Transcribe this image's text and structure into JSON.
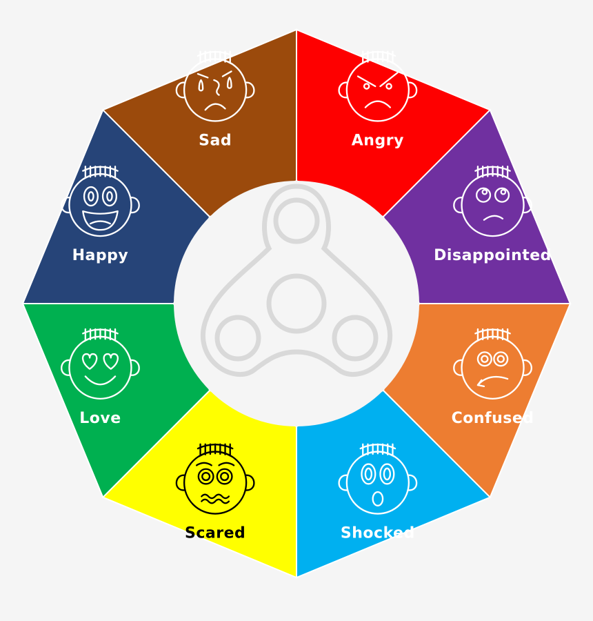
{
  "wheel": {
    "segments": [
      {
        "label": "Angry",
        "color": "#fe0000",
        "text_color": "#ffffff",
        "face": "angry"
      },
      {
        "label": "Disappointed",
        "color": "#7030a0",
        "text_color": "#ffffff",
        "face": "disappointed"
      },
      {
        "label": "Confused",
        "color": "#ed7d31",
        "text_color": "#ffffff",
        "face": "confused"
      },
      {
        "label": "Shocked",
        "color": "#00b0f0",
        "text_color": "#ffffff",
        "face": "shocked"
      },
      {
        "label": "Scared",
        "color": "#ffff00",
        "text_color": "#000000",
        "face": "scared"
      },
      {
        "label": "Love",
        "color": "#00b050",
        "text_color": "#ffffff",
        "face": "love"
      },
      {
        "label": "Happy",
        "color": "#264478",
        "text_color": "#ffffff",
        "face": "happy"
      },
      {
        "label": "Sad",
        "color": "#9b4a0c",
        "text_color": "#ffffff",
        "face": "sad"
      }
    ],
    "divider_color": "#ffffff",
    "center_color": "#f5f5f5",
    "center_icon": "fidget-spinner-icon"
  }
}
